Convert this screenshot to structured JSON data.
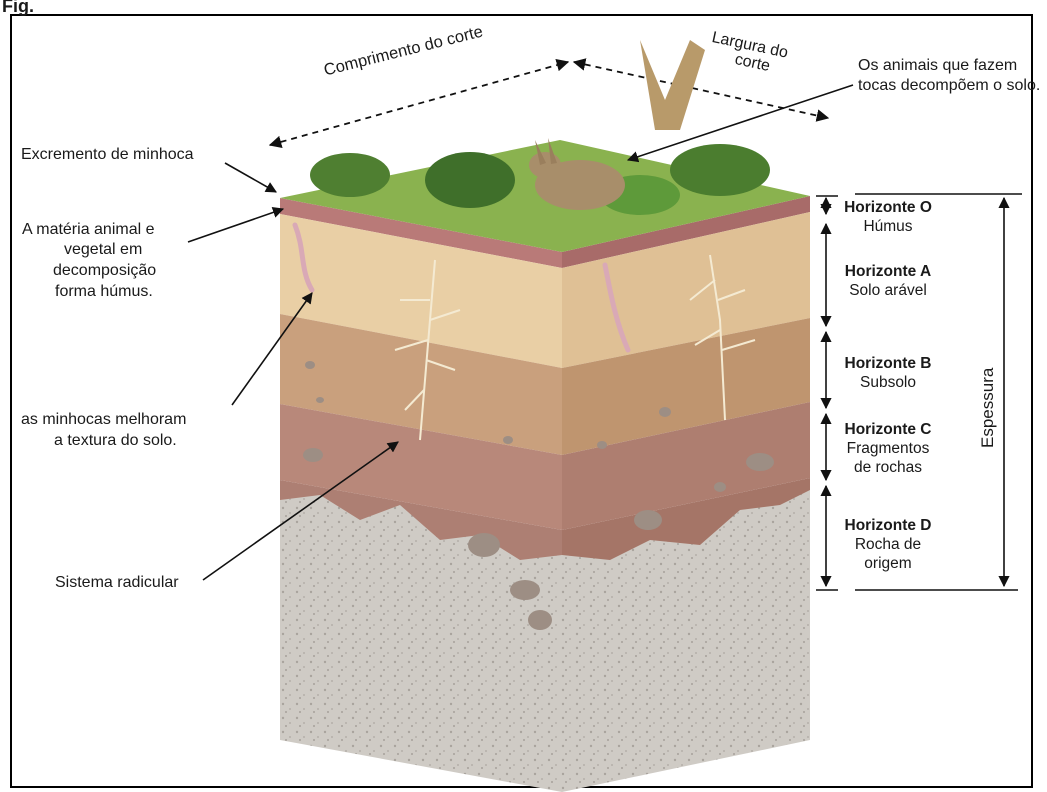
{
  "top_caption": "Fig.",
  "dimensions": {
    "length": "Comprimento do corte",
    "width_line1": "Largura do",
    "width_line2": "corte"
  },
  "left_labels": {
    "worm_cast": "Excremento de minhoca",
    "humus_l1": "A matéria animal e",
    "humus_l2": "vegetal em",
    "humus_l3": "decomposição",
    "humus_l4": "forma húmus.",
    "worms_l1": "as minhocas melhoram",
    "worms_l2": "a textura do solo.",
    "roots": "Sistema radicular"
  },
  "animals": {
    "line1": "Os animais que fazem",
    "line2": "tocas decompõem o solo."
  },
  "horizons": [
    {
      "name": "Horizonte O",
      "desc1": "Húmus",
      "desc2": "",
      "desc3": ""
    },
    {
      "name": "Horizonte A",
      "desc1": "Solo arável",
      "desc2": "",
      "desc3": ""
    },
    {
      "name": "Horizonte B",
      "desc1": "Subsolo",
      "desc2": "",
      "desc3": ""
    },
    {
      "name": "Horizonte C",
      "desc1": "Fragmentos",
      "desc2": "de rochas",
      "desc3": ""
    },
    {
      "name": "Horizonte D",
      "desc1": "Rocha de",
      "desc2": "origem",
      "desc3": ""
    }
  ],
  "thickness": "Espessura",
  "colors": {
    "layer_O": "#b97a78",
    "layer_A": "#e9cfa5",
    "layer_B": "#c9a07d",
    "layer_C": "#b8887a",
    "layer_D": "#cfcbc5",
    "grass": "#7fa84a"
  }
}
